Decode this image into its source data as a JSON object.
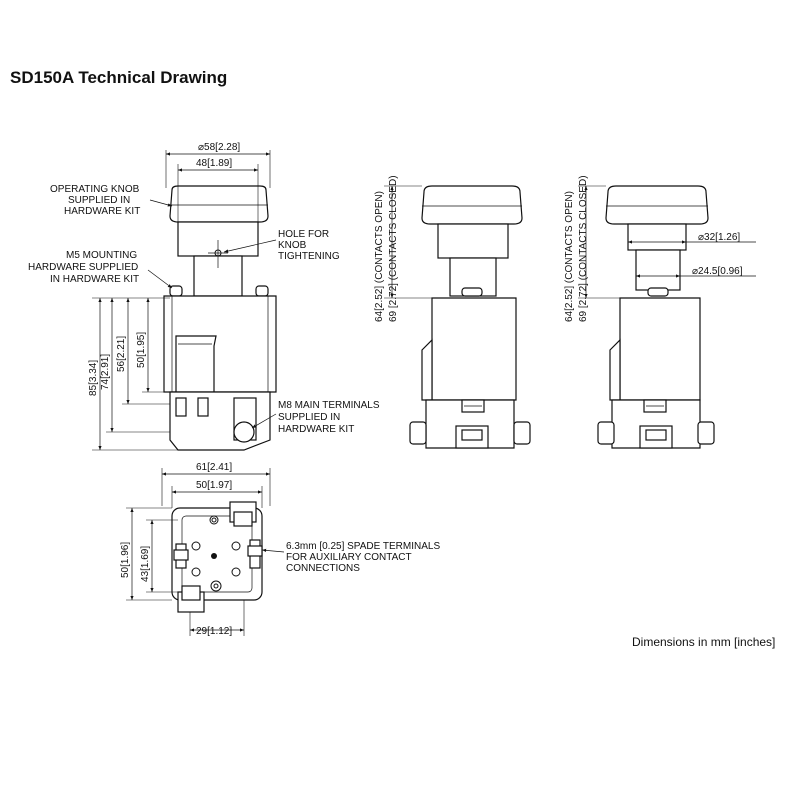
{
  "title": "SD150A Technical Drawing",
  "units_note": "Dimensions in mm [inches]",
  "callouts": {
    "operating_knob": [
      "OPERATING KNOB",
      "SUPPLIED IN",
      "HARDWARE KIT"
    ],
    "hole_for_knob": [
      "HOLE FOR",
      "KNOB",
      "TIGHTENING"
    ],
    "m5_hardware": [
      "M5 MOUNTING",
      "HARDWARE SUPPLIED",
      "IN HARDWARE KIT"
    ],
    "m8_terminals": [
      "M8 MAIN TERMINALS",
      "SUPPLIED IN",
      "HARDWARE KIT"
    ],
    "spade_terminals": [
      "6.3mm [0.25] SPADE TERMINALS",
      "FOR AUXILIARY CONTACT",
      "CONNECTIONS"
    ]
  },
  "front_dims": {
    "dia58": "58",
    "dia58_in": "2.28",
    "w48": "48",
    "w48_in": "1.89",
    "h85": "85",
    "h85_in": "3.34",
    "h74": "74",
    "h74_in": "2.91",
    "h56": "56",
    "h56_in": "2.21",
    "h50": "50",
    "h50_in": "1.95"
  },
  "top_dims": {
    "w61": "61",
    "w61_in": "2.41",
    "w50": "50",
    "w50_in": "1.97",
    "h50": "50",
    "h50_in": "1.96",
    "h43": "43",
    "h43_in": "1.69",
    "w29": "29",
    "w29_in": "1.12"
  },
  "side_dims": {
    "open_label": "64[2.52] (CONTACTS OPEN)",
    "closed_label": "69 [2.72] (CONTACTS CLOSED)",
    "dia32": "32",
    "dia32_in": "1.26",
    "dia24": "24.5",
    "dia24_in": "0.96"
  }
}
